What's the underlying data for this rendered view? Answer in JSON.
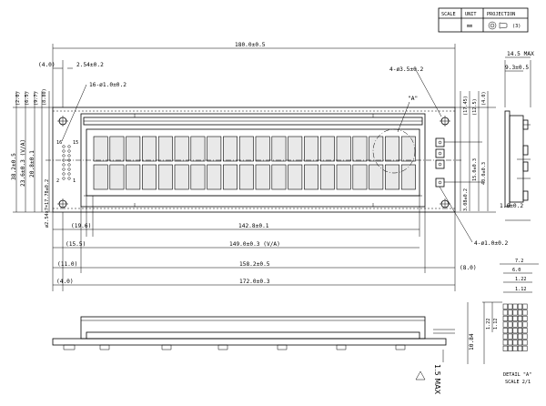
{
  "title_block": {
    "scale_header": "SCALE",
    "unit_header": "UNIT",
    "projection_header": "PROJECTION",
    "unit_value": "mm",
    "projection_value": "(3)"
  },
  "dims_top": {
    "overall_width": "180.0±0.5",
    "offset_left": "(4.0)",
    "pin_pitch": "2.54±0.2",
    "pins": "16-ø1.0±0.2",
    "mount_holes": "4-ø3.5±0.2",
    "detail_marker": "\"A\""
  },
  "dims_left": {
    "d1": "(2.0)",
    "d2": "(6.5)",
    "d3": "(9.7)",
    "d4": "(8.80)",
    "height_total": "38.2±0.5",
    "va_height": "23.6±0.3 (V/A)",
    "aa_height": "20.8±0.1",
    "pin_span": "ø2.54x7=17.78±0.2",
    "pin16": "16",
    "pin15": "15",
    "pin2": "2",
    "pin1": "1"
  },
  "dims_right": {
    "r1": "(17.45)",
    "r2": "(12.5)",
    "r3": "(4.0)",
    "r4": "15.0±0.3",
    "r5": "40.0±0.3",
    "r6": "3.08±0.2",
    "side_bottom": "1.6±0.2",
    "led_pins": "4-ø1.0±0.2",
    "side_top": "14.5 MAX",
    "side_pcb": "9.3±0.5"
  },
  "dims_bottom": {
    "aa_width": "142.8±0.1",
    "aa_offset": "(19.6)",
    "va_width": "149.0±0.3 (V/A)",
    "va_offset": "(15.5)",
    "bezel_width": "158.2±0.5",
    "bezel_offset": "(11.0)",
    "bezel_right": "(8.0)",
    "pcb_width": "172.0±0.3",
    "pcb_offset": "(4.0)"
  },
  "side_view": {
    "max_height": "1.5 MAX",
    "bottom_side": "10.84"
  },
  "detail": {
    "w_total": "7.2",
    "w_char": "6.0",
    "pitch1": "1.22",
    "pitch2": "1.12",
    "vert1": "1.22",
    "vert2": "1.12",
    "caption": "DETAIL \"A\"",
    "scale": "SCALE 2/1"
  },
  "display": {
    "rows": 2,
    "cols": 20
  }
}
